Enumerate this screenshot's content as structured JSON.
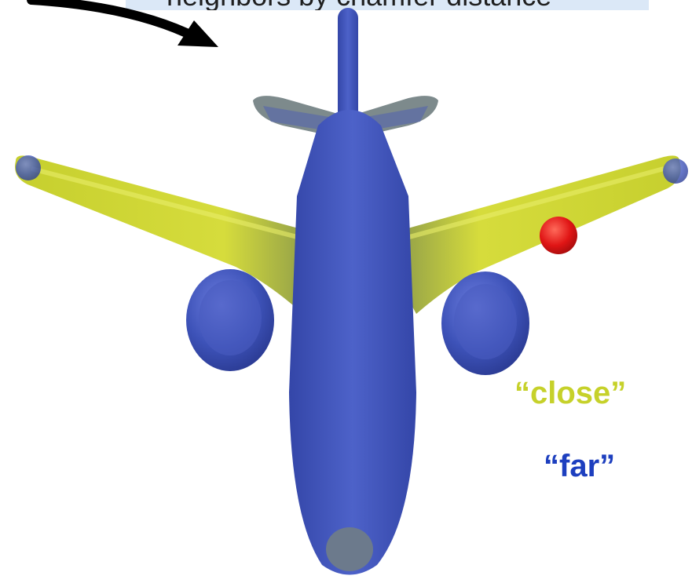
{
  "banner": {
    "text": "neighbors by chamfer distance"
  },
  "labels": {
    "close": "“close”",
    "far": "“far”"
  },
  "colors": {
    "close": "#c6d12a",
    "far": "#1d3fbf",
    "query_point": "#e01515",
    "banner_bg": "#dbe8f7",
    "arrow": "#000000"
  },
  "icons": {
    "arrow": "curved-arrow-icon",
    "query": "query-point-icon"
  }
}
